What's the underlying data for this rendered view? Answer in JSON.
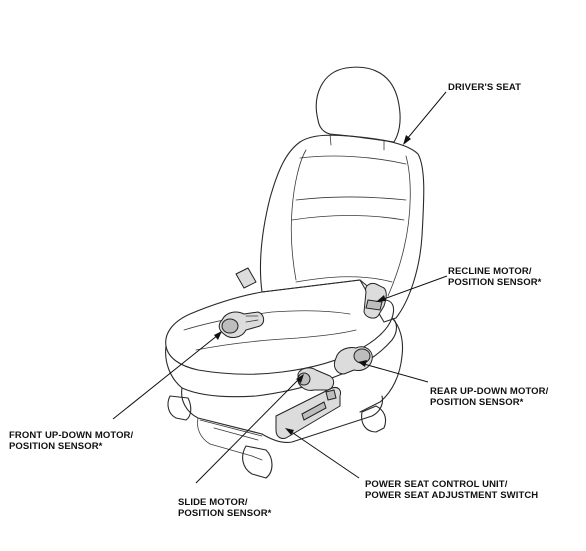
{
  "labels": {
    "drivers_seat": [
      "DRIVER'S SEAT"
    ],
    "recline_motor": [
      "RECLINE MOTOR/",
      "POSITION SENSOR*"
    ],
    "rear_updown_motor": [
      "REAR UP-DOWN MOTOR/",
      "POSITION SENSOR*"
    ],
    "front_updown_motor": [
      "FRONT UP-DOWN MOTOR/",
      "POSITION SENSOR*"
    ],
    "slide_motor": [
      "SLIDE MOTOR/",
      "POSITION SENSOR*"
    ],
    "power_seat_control": [
      "POWER SEAT CONTROL UNIT/",
      "POWER SEAT ADJUSTMENT SWITCH"
    ]
  }
}
